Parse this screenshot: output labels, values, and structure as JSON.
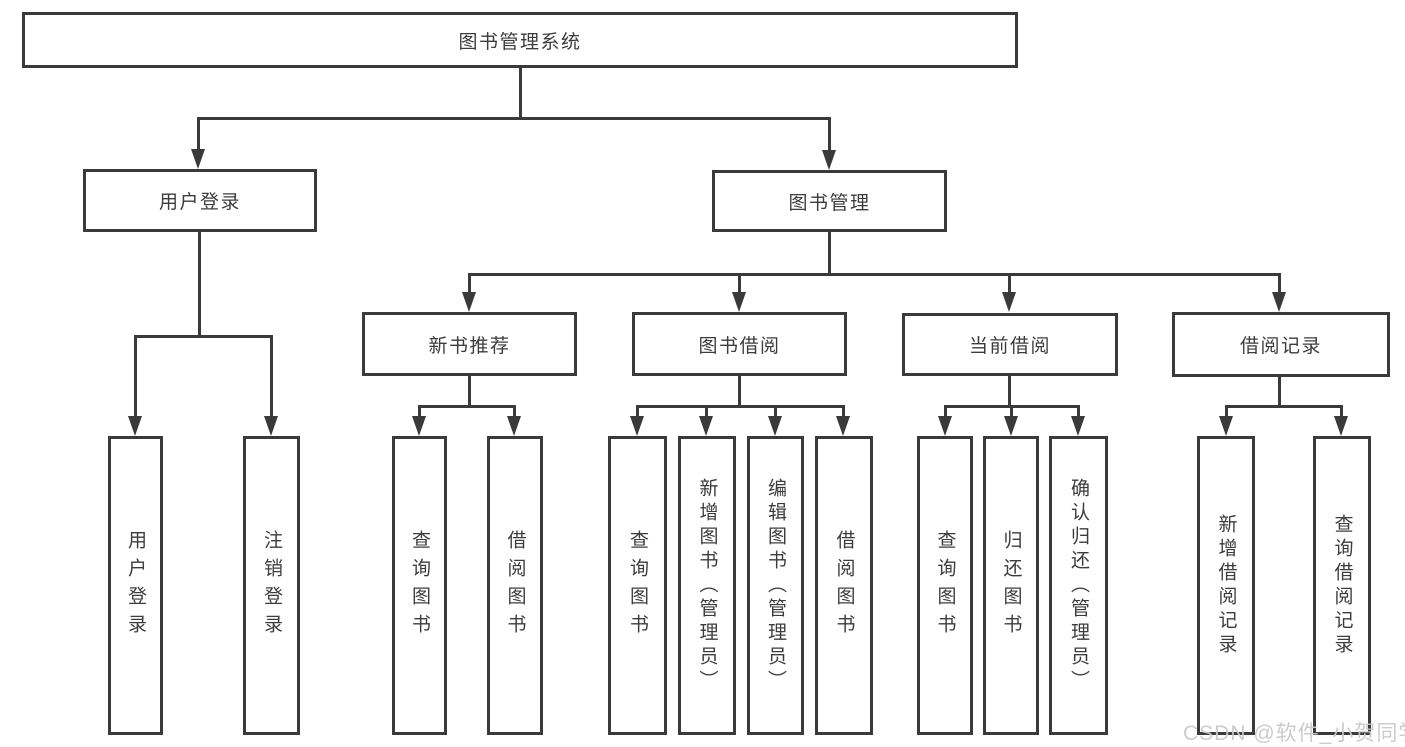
{
  "diagram_title": "图书管理系统",
  "tree": {
    "label": "图书管理系统",
    "children": [
      {
        "label": "用户登录",
        "children": [
          {
            "label": "用户登录"
          },
          {
            "label": "注销登录"
          }
        ]
      },
      {
        "label": "图书管理",
        "children": [
          {
            "label": "新书推荐",
            "children": [
              {
                "label": "查询图书"
              },
              {
                "label": "借阅图书"
              }
            ]
          },
          {
            "label": "图书借阅",
            "children": [
              {
                "label": "查询图书"
              },
              {
                "label": "新增图书（管理员）"
              },
              {
                "label": "编辑图书（管理员）"
              },
              {
                "label": "借阅图书"
              }
            ]
          },
          {
            "label": "当前借阅",
            "children": [
              {
                "label": "查询图书"
              },
              {
                "label": "归还图书"
              },
              {
                "label": "确认归还（管理员）"
              }
            ]
          },
          {
            "label": "借阅记录",
            "children": [
              {
                "label": "新增借阅记录"
              },
              {
                "label": "查询借阅记录"
              }
            ]
          }
        ]
      }
    ]
  },
  "watermark": {
    "text": "CSDN @软件_小贺同学"
  },
  "colors": {
    "line": "#3a3a3a",
    "text": "#3c3c3c",
    "background": "#ffffff",
    "watermark": "#c9c9c9"
  }
}
